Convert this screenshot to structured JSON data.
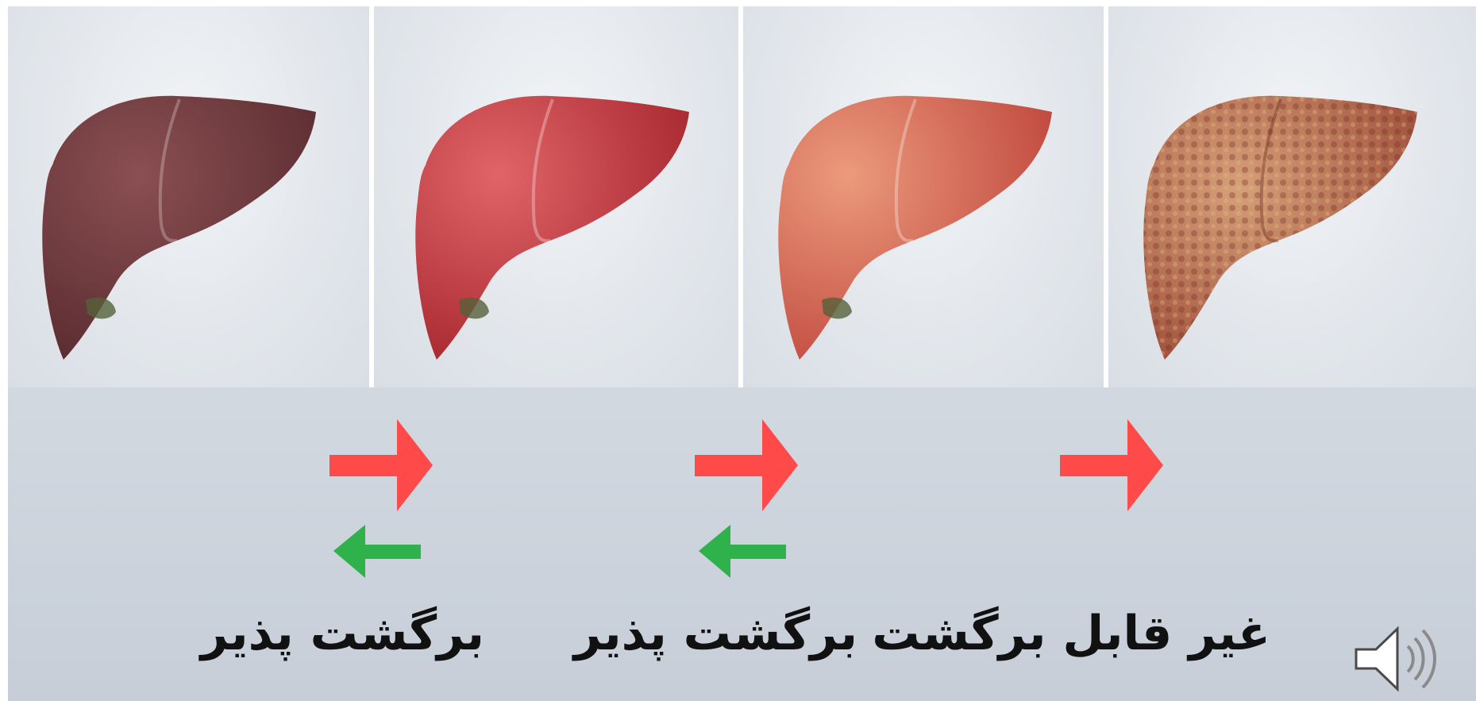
{
  "stages": [
    {
      "id": "healthy",
      "colors": [
        "#8a4f52",
        "#5b2d31"
      ]
    },
    {
      "id": "fatty-1",
      "colors": [
        "#e06468",
        "#a92a31"
      ]
    },
    {
      "id": "fatty-2",
      "colors": [
        "#eb9a7c",
        "#c1493f"
      ]
    },
    {
      "id": "cirrhosis",
      "colors": [
        "#d6a07a",
        "#9e4e3b"
      ]
    }
  ],
  "arrows": {
    "forward_color": "#ff4a4a",
    "backward_color": "#2fb24c"
  },
  "labels": {
    "reversible_1": "برگشت پذیر",
    "reversible_2": "برگشت پذیر",
    "irreversible": "غیر قابل برگشت"
  },
  "icons": {
    "audio": "speaker-icon"
  }
}
